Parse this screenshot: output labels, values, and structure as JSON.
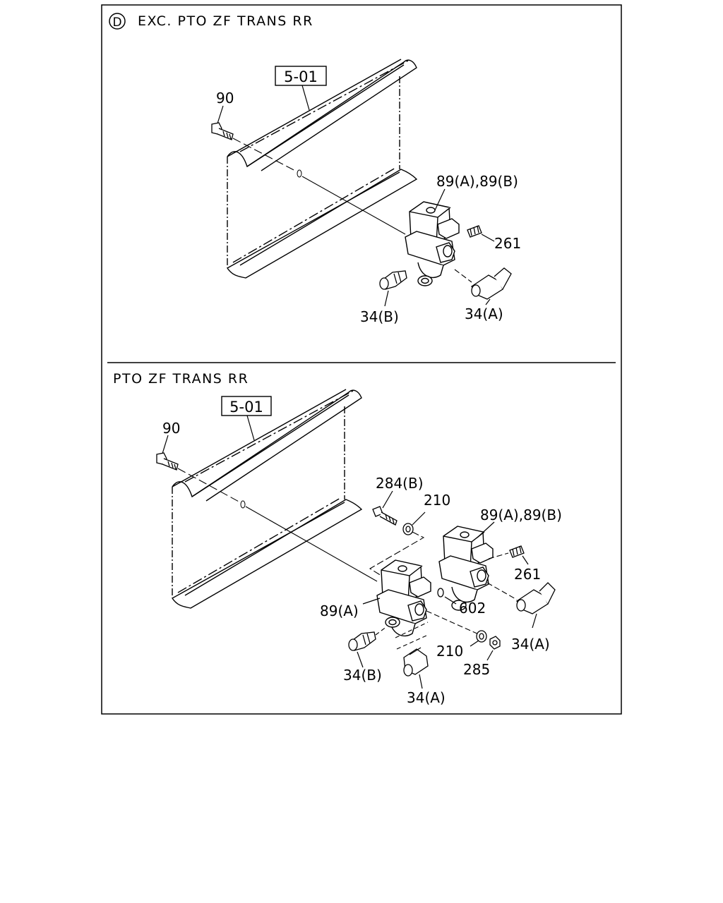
{
  "panels": [
    {
      "marker": "D",
      "header": "EXC. PTO ZF TRANS RR",
      "ref_box": "5-01",
      "labels": {
        "bolt": "90",
        "valve": "89(A),89(B)",
        "plug": "261",
        "fitting_b": "34(B)",
        "fitting_a": "34(A)"
      }
    },
    {
      "header": "PTO ZF TRANS RR",
      "ref_box": "5-01",
      "labels": {
        "bolt": "90",
        "bolt_b": "284(B)",
        "washer_top": "210",
        "valve_pair": "89(A),89(B)",
        "plug": "261",
        "valve_a": "89(A)",
        "oring": "602",
        "washer_bottom": "210",
        "nut": "285",
        "fitting_b": "34(B)",
        "fitting_a_right": "34(A)",
        "fitting_a_bottom": "34(A)"
      }
    }
  ]
}
